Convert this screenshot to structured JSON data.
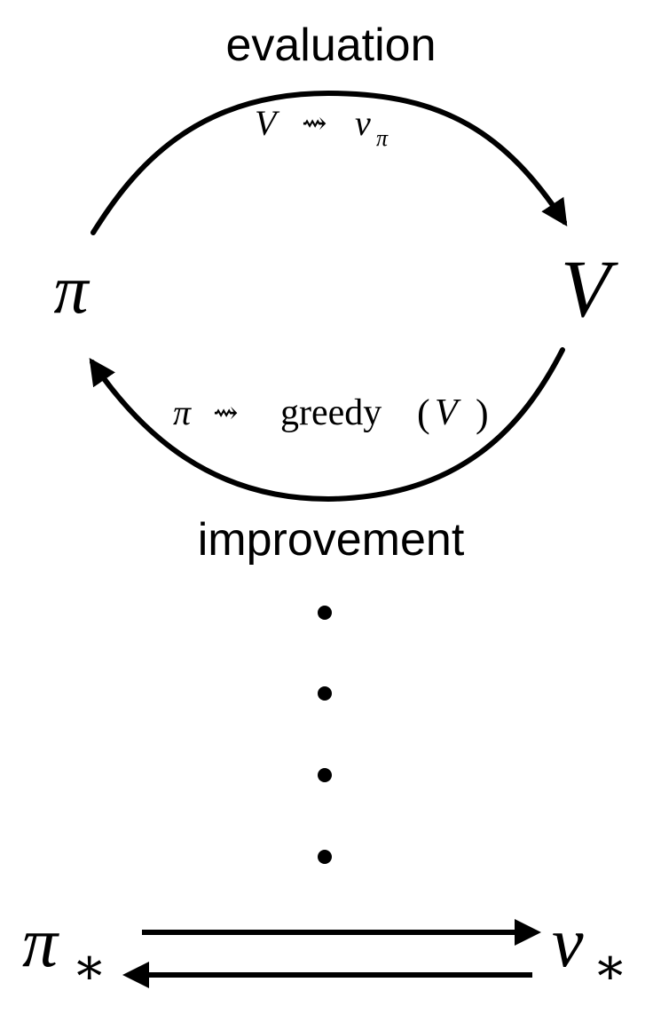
{
  "labels": {
    "evaluation": "evaluation",
    "improvement": "improvement",
    "policy_symbol": "π",
    "value_symbol": "V",
    "eval_rule": {
      "left": "V",
      "arrow": "⇝",
      "right_base": "v",
      "right_sub": "π"
    },
    "improve_rule": {
      "left": "π",
      "arrow": "⇝",
      "func": "greedy",
      "open_paren": "(",
      "arg": "V",
      "close_paren": ")"
    },
    "optimal_policy": {
      "base": "π",
      "sub": "∗"
    },
    "optimal_value": {
      "base": "v",
      "sub": "∗"
    }
  },
  "colors": {
    "ink": "#000000",
    "background": "#ffffff"
  }
}
